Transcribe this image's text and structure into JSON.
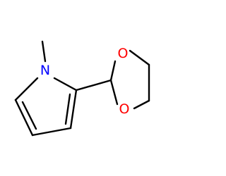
{
  "molecule": {
    "atoms": [
      {
        "id": "N1",
        "label": "N",
        "color": "#0000ff"
      },
      {
        "id": "O1",
        "label": "O",
        "color": "#ff0000"
      },
      {
        "id": "O2",
        "label": "O",
        "color": "#ff0000"
      }
    ]
  }
}
